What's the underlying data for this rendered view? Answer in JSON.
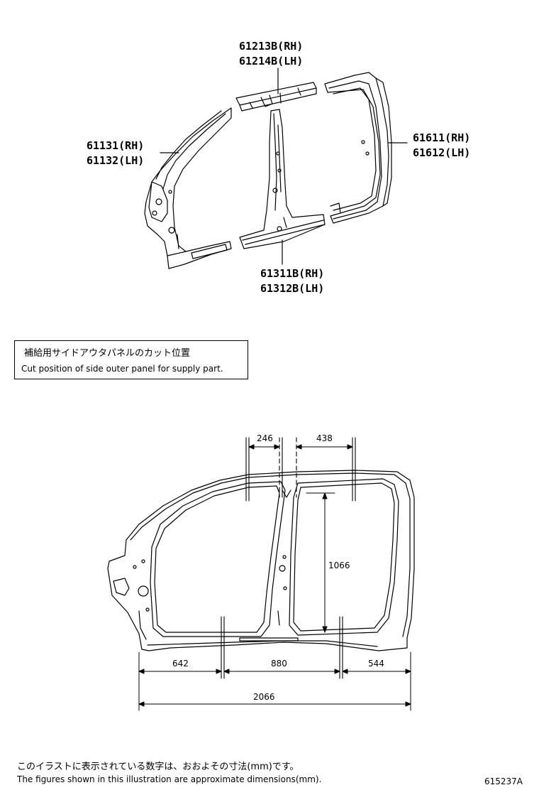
{
  "part_labels": {
    "p61213": "61213B(RH)",
    "p61214": "61214B(LH)",
    "p61131": "61131(RH)",
    "p61132": "61132(LH)",
    "p61611": "61611(RH)",
    "p61612": "61612(LH)",
    "p61311": "61311B(RH)",
    "p61312": "61312B(LH)"
  },
  "note": {
    "japanese": "補給用サイドアウタパネルのカット位置",
    "english": "Cut position of side outer panel for supply part."
  },
  "dimensions": {
    "top_left": "246",
    "top_right": "438",
    "vertical": "1066",
    "bottom_left": "642",
    "bottom_middle": "880",
    "bottom_right": "544",
    "overall": "2066"
  },
  "footer": {
    "japanese": "このイラストに表示されている数字は、おおよその寸法(mm)です。",
    "english": "The figures shown in this illustration are approximate dimensions(mm).",
    "code": "615237A"
  }
}
